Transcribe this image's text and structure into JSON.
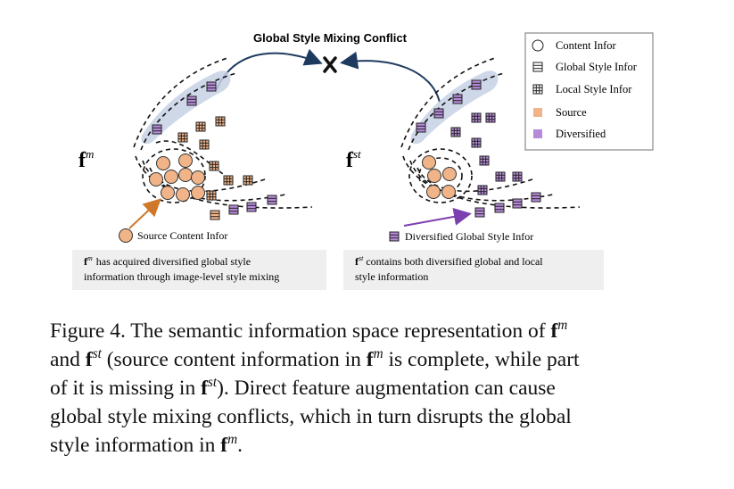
{
  "figure": {
    "title": "Global Style Mixing Conflict",
    "legend": [
      {
        "icon": "circle-icon",
        "label": "Content Infor"
      },
      {
        "icon": "global-style-icon",
        "label": "Global Style Infor"
      },
      {
        "icon": "local-style-icon",
        "label": "Local Style Infor"
      },
      {
        "icon": "source-swatch-icon",
        "label": "Source",
        "color": "#f0b488"
      },
      {
        "icon": "diversified-swatch-icon",
        "label": "Diversified",
        "color": "#b58ad8"
      }
    ],
    "left_symbol": "f",
    "left_superscript": "m",
    "right_symbol": "f",
    "right_superscript": "st",
    "source_content_label": "Source Content Infor",
    "diversified_label": "Diversified Global Style Infor",
    "left_note_line1": "has acquired diversified global style",
    "left_note_line2": "information through image-level style mixing",
    "right_note_line1": "contains both diversified global and local",
    "right_note_line2": "style information",
    "colors": {
      "source": "#f0b488",
      "diversified": "#b58ad8",
      "highlight": "#c5d1e5",
      "arrow": "#1f3a5f",
      "orange_arrow": "#d0782a",
      "purple_arrow": "#7b3fb0",
      "note_bg": "#efefef"
    }
  },
  "caption": {
    "line1_a": "Figure 4.  The semantic information space representation of ",
    "line1_f": "f",
    "line1_sup": "m",
    "line2_a": "and ",
    "line2_f": "f",
    "line2_sup": "st",
    "line2_b": " (source content information in ",
    "line2_f2": "f",
    "line2_sup2": "m",
    "line2_c": " is complete, while part",
    "line3_a": "of it is missing in ",
    "line3_f": "f",
    "line3_sup": "st",
    "line3_b": ").  Direct feature augmentation can cause",
    "line4": "global style mixing conflicts, which in turn disrupts the global",
    "line5_a": "style information in ",
    "line5_f": "f",
    "line5_sup": "m",
    "line5_b": "."
  }
}
